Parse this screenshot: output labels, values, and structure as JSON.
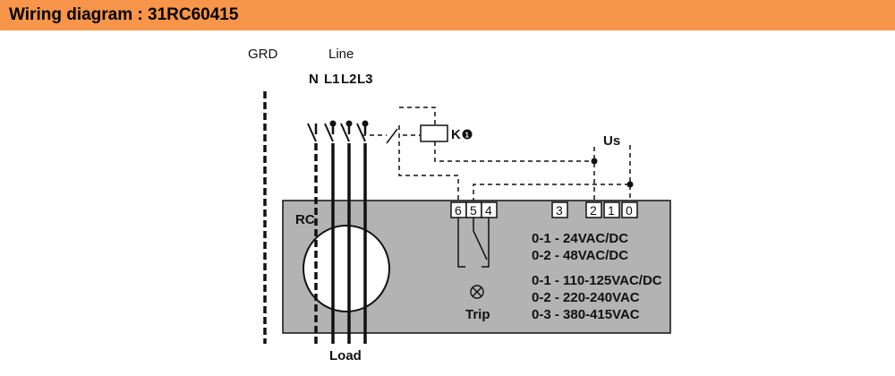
{
  "header": {
    "title": "Wiring diagram : 31RC60415"
  },
  "colors": {
    "header_bg": "#f7954a",
    "device_fill": "#b3b3b3",
    "line": "#111111"
  },
  "diagram": {
    "grd_label": "GRD",
    "line_label": "Line",
    "phase_labels": {
      "n": "N",
      "l1": "L1",
      "l2": "L2",
      "l3": "L3"
    },
    "relay_label": "K",
    "relay_note_icon": "circled-1-icon",
    "relay_note": "1",
    "supply_label": "Us",
    "device_label": "RC",
    "load_label": "Load",
    "trip_label": "Trip",
    "trip_icon": "lamp-cross-icon",
    "terminals_left": [
      "6",
      "5",
      "4"
    ],
    "terminals_right": [
      "3",
      "2",
      "1",
      "0"
    ],
    "voltages_low": [
      "0-1 - 24VAC/DC",
      "0-2 - 48VAC/DC"
    ],
    "voltages_high": [
      "0-1 - 110-125VAC/DC",
      "0-2 - 220-240VAC",
      "0-3 - 380-415VAC"
    ]
  }
}
